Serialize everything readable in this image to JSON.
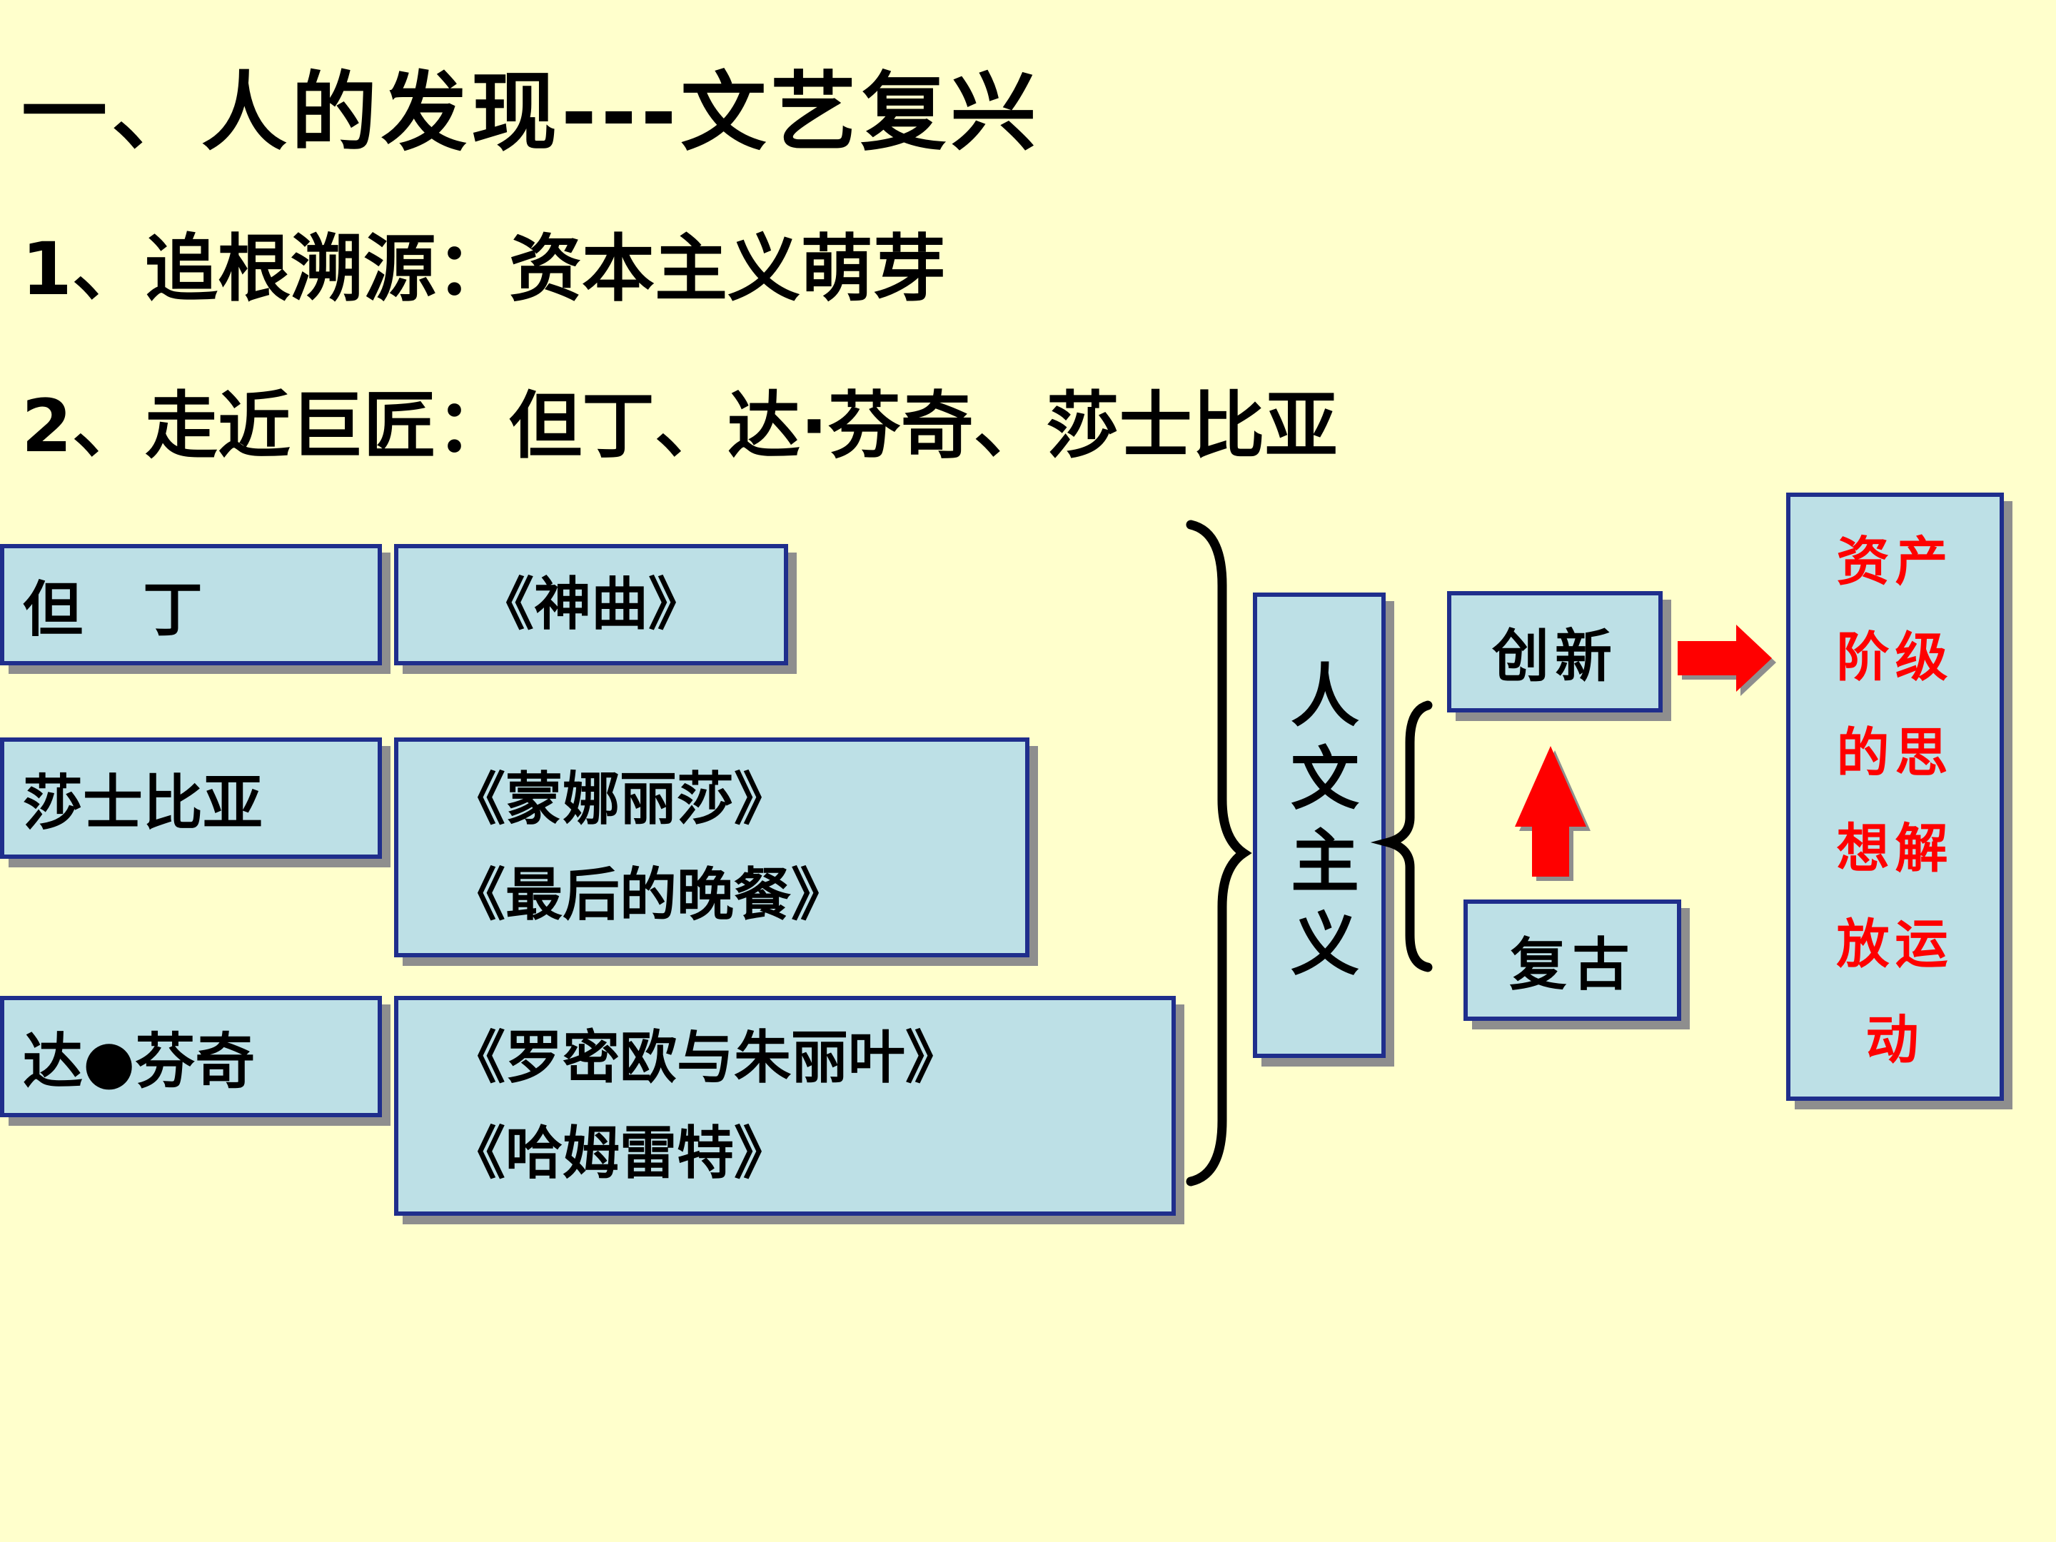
{
  "title": "一、人的发现---文艺复兴",
  "line1": "1、追根溯源：资本主义萌芽",
  "line2": "2、走近巨匠：但丁、达·芬奇、莎士比亚",
  "rows": [
    {
      "person": "但　丁",
      "works": [
        "《神曲》"
      ]
    },
    {
      "person": "莎士比亚",
      "works": [
        "《蒙娜丽莎》",
        "《最后的晚餐》"
      ]
    },
    {
      "person": "达●芬奇",
      "works": [
        "《罗密欧与朱丽叶》",
        "《哈姆雷特》"
      ]
    }
  ],
  "humanism": "人文主义",
  "innovation": "创新",
  "revival": "复古",
  "result": "资产阶级的思想解放运动",
  "colors": {
    "background": "#FFFFCC",
    "box_fill": "#BDE0E6",
    "box_border": "#1F2E8C",
    "accent": "#FF0000"
  }
}
